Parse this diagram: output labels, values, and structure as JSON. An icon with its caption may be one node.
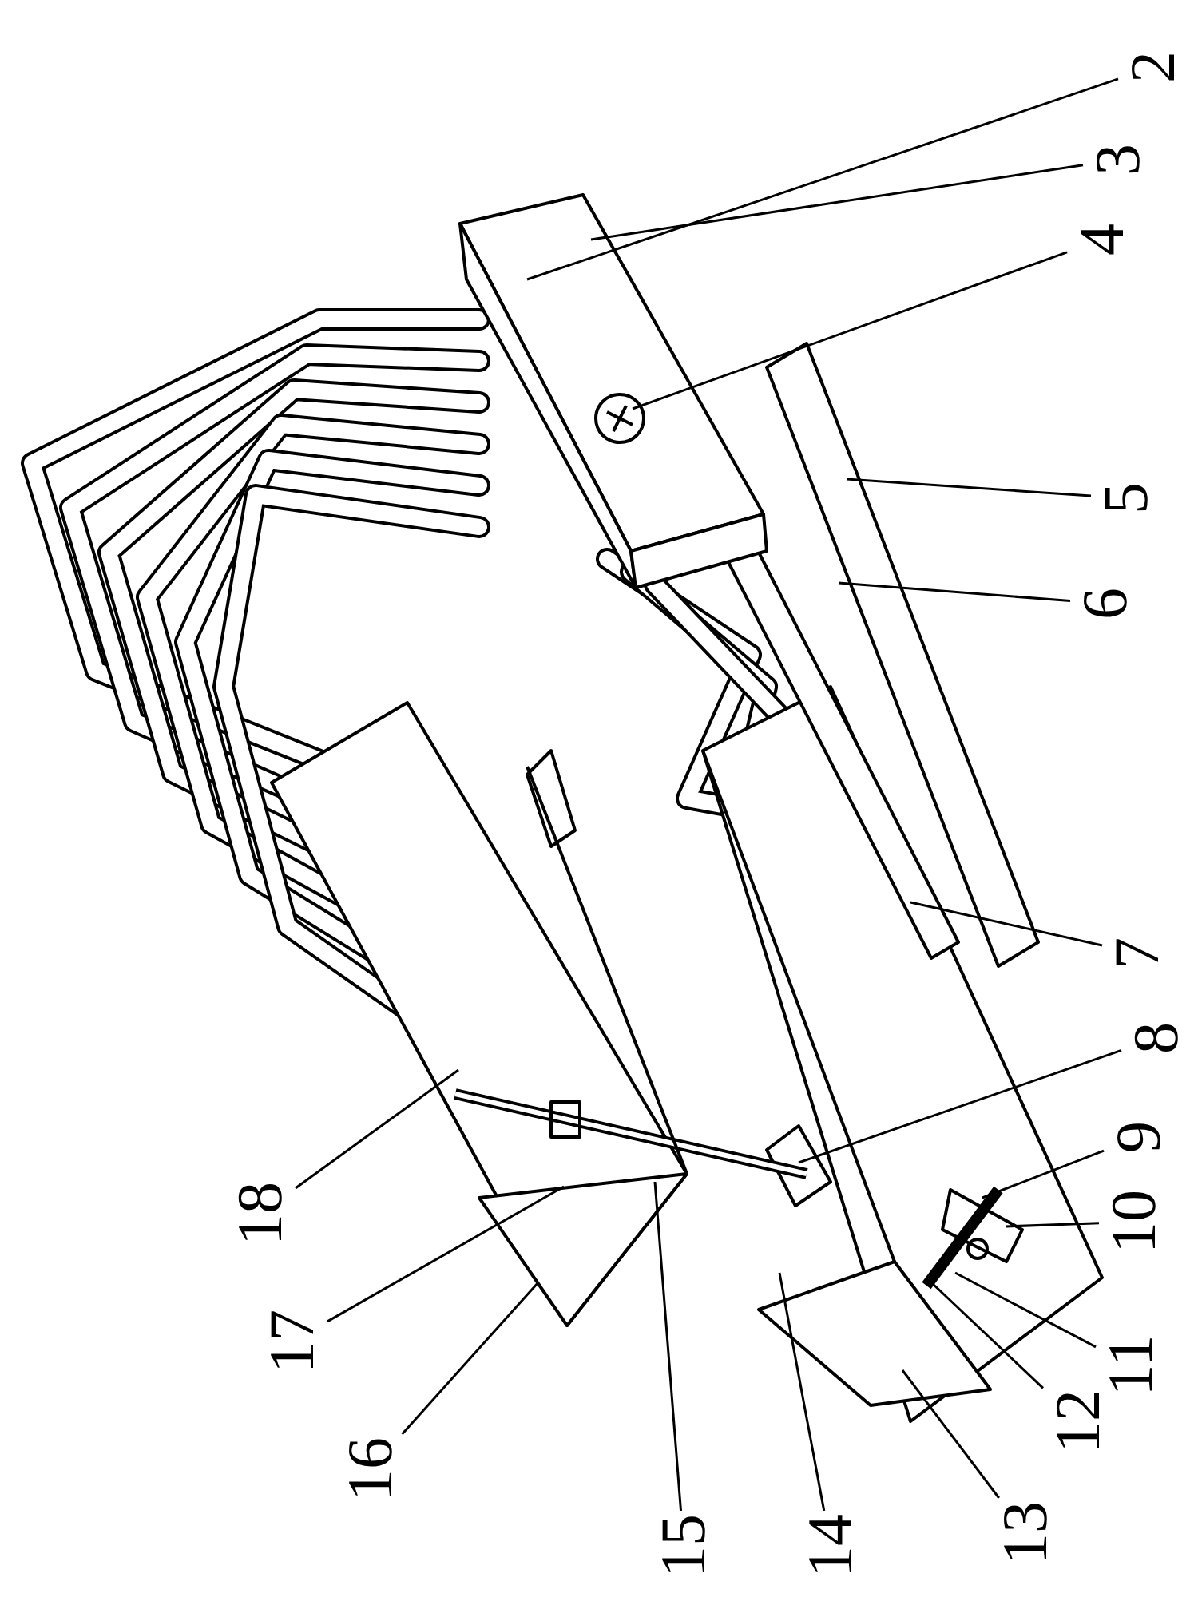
{
  "diagram": {
    "nodes": [
      {
        "text": [
          "2"
        ]
      },
      {
        "text": [
          "3"
        ]
      },
      {
        "text": [
          "4"
        ]
      },
      {
        "text": [
          "5"
        ]
      },
      {
        "text": [
          "6"
        ]
      },
      {
        "text": [
          "7"
        ]
      },
      {
        "text": [
          "8"
        ]
      },
      {
        "text": [
          "9"
        ]
      },
      {
        "text": [
          "10"
        ]
      },
      {
        "text": [
          "11"
        ]
      },
      {
        "text": [
          "12"
        ]
      },
      {
        "text": [
          "13"
        ]
      },
      {
        "text": [
          "14"
        ]
      },
      {
        "text": [
          "15"
        ]
      },
      {
        "text": [
          "16"
        ]
      },
      {
        "text": [
          "17"
        ]
      },
      {
        "text": [
          "18"
        ]
      }
    ],
    "edges": [
      {
        "from": 0,
        "to": null,
        "arrow": "none"
      },
      {
        "from": 1,
        "to": null,
        "arrow": "none"
      },
      {
        "from": 2,
        "to": null,
        "arrow": "none"
      },
      {
        "from": 3,
        "to": null,
        "arrow": "none"
      },
      {
        "from": 4,
        "to": null,
        "arrow": "none"
      },
      {
        "from": 5,
        "to": null,
        "arrow": "none"
      },
      {
        "from": 6,
        "to": null,
        "arrow": "none"
      },
      {
        "from": 7,
        "to": null,
        "arrow": "none"
      },
      {
        "from": 8,
        "to": null,
        "arrow": "none"
      },
      {
        "from": 9,
        "to": null,
        "arrow": "none"
      },
      {
        "from": 10,
        "to": null,
        "arrow": "none"
      },
      {
        "from": 11,
        "to": null,
        "arrow": "none"
      },
      {
        "from": 12,
        "to": null,
        "arrow": "none"
      },
      {
        "from": 13,
        "to": null,
        "arrow": "none"
      },
      {
        "from": 14,
        "to": null,
        "arrow": "none"
      },
      {
        "from": 15,
        "to": null,
        "arrow": "none"
      },
      {
        "from": 16,
        "to": null,
        "arrow": "none"
      }
    ]
  }
}
